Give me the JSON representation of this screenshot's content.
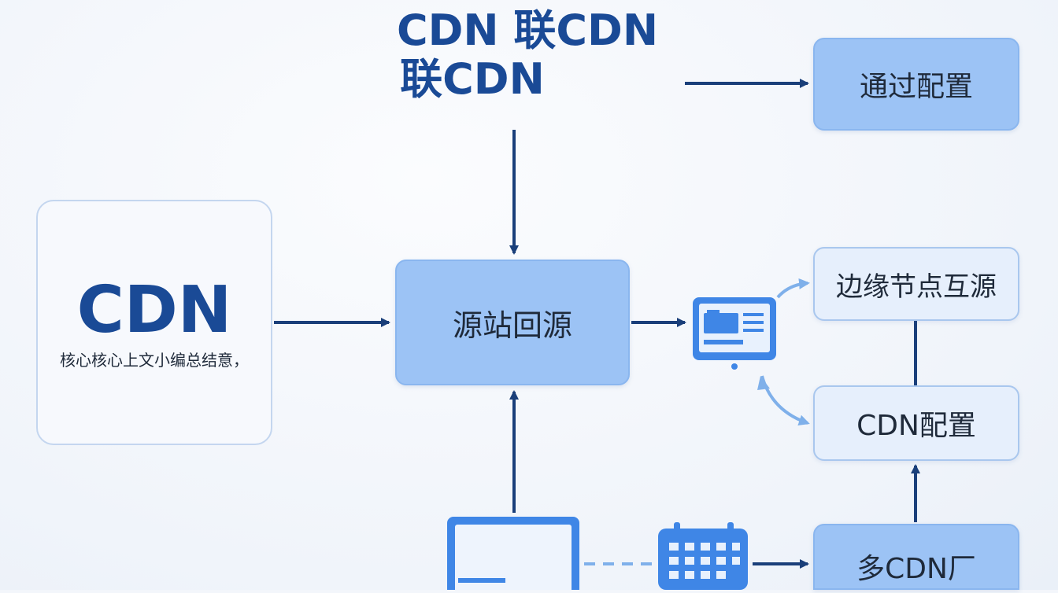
{
  "title": {
    "line1": "CDN 联CDN",
    "line2": "联CDN"
  },
  "nodes": {
    "config_via": "通过配置",
    "origin_fetch": "源站回源",
    "edge_mutual": "边缘节点互源",
    "cdn_config": "CDN配置",
    "multi_vendor": "多CDN厂"
  },
  "card": {
    "title": "CDN",
    "subtitle": "核心核心上文小编总结意，"
  },
  "icons": {
    "monitor": "monitor-icon",
    "calendar": "calendar-icon",
    "document": "document-panel-icon"
  },
  "colors": {
    "title": "#1a4a96",
    "arrow": "#1a3f7a",
    "node_strong": "#9cc3f5",
    "node_light": "#e6effc",
    "icon_blue": "#3f86e6"
  }
}
